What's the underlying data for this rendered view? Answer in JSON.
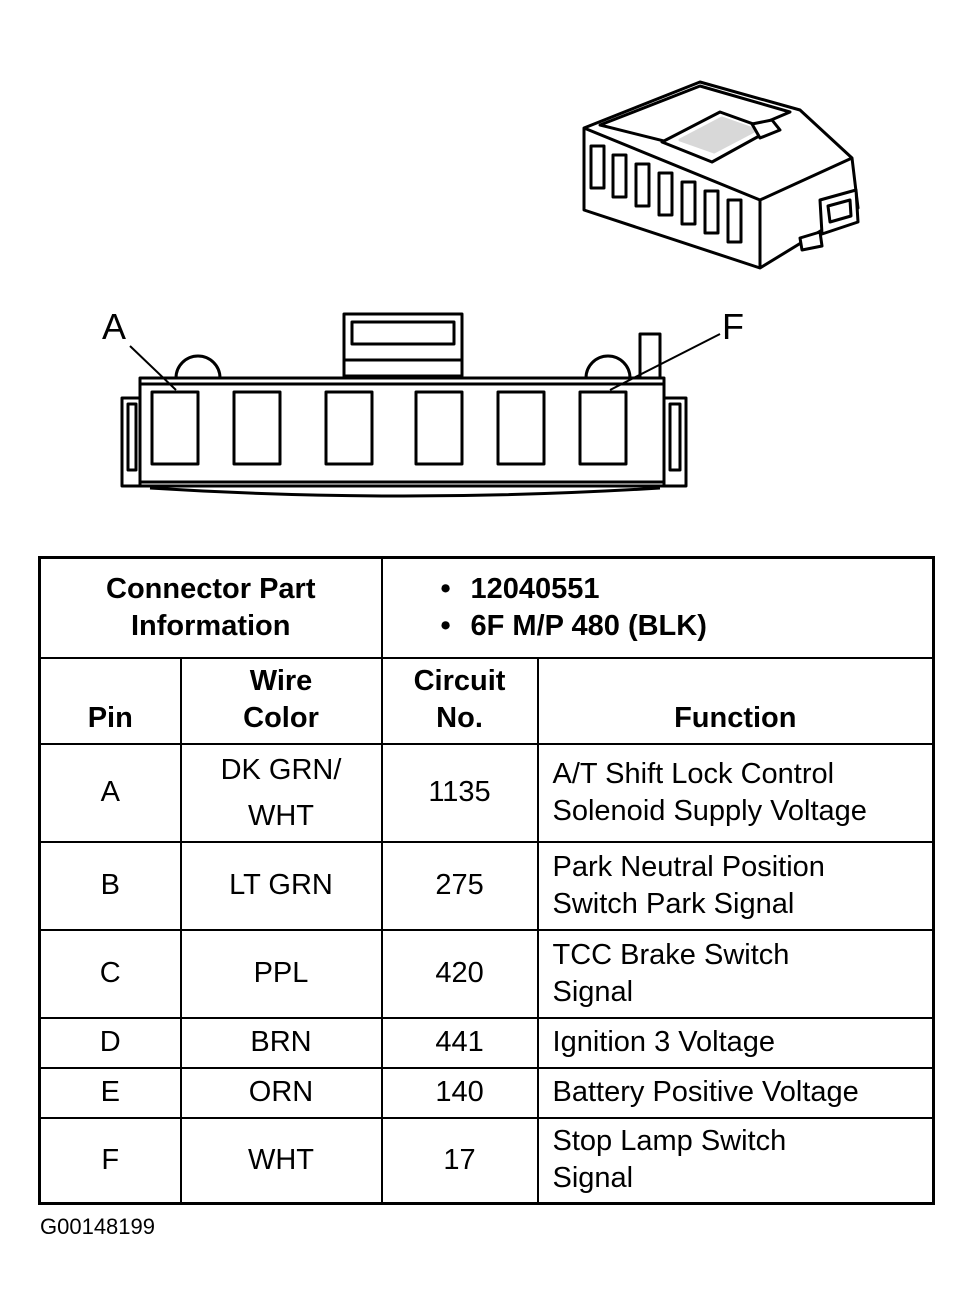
{
  "callouts": {
    "left_pin": "A",
    "right_pin": "F"
  },
  "connector_part_info": {
    "label": [
      "Connector Part",
      "Information"
    ],
    "items": [
      "12040551",
      "6F M/P 480 (BLK)"
    ]
  },
  "table": {
    "headers": {
      "pin": "Pin",
      "wire_color": [
        "Wire",
        "Color"
      ],
      "circuit": [
        "Circuit",
        "No."
      ],
      "function": "Function"
    },
    "rows": [
      {
        "pin": "A",
        "wire": [
          "DK GRN/",
          "WHT"
        ],
        "circuit": "1135",
        "function": [
          "A/T Shift Lock Control",
          "Solenoid Supply Voltage"
        ]
      },
      {
        "pin": "B",
        "wire": [
          "LT GRN"
        ],
        "circuit": "275",
        "function": [
          "Park Neutral Position",
          "Switch Park Signal"
        ]
      },
      {
        "pin": "C",
        "wire": [
          "PPL"
        ],
        "circuit": "420",
        "function": [
          "TCC Brake Switch",
          "Signal"
        ]
      },
      {
        "pin": "D",
        "wire": [
          "BRN"
        ],
        "circuit": "441",
        "function": [
          "Ignition 3 Voltage"
        ]
      },
      {
        "pin": "E",
        "wire": [
          "ORN"
        ],
        "circuit": "140",
        "function": [
          "Battery Positive Voltage"
        ]
      },
      {
        "pin": "F",
        "wire": [
          "WHT"
        ],
        "circuit": "17",
        "function": [
          "Stop Lamp Switch",
          "Signal"
        ]
      }
    ]
  },
  "figure_code": "G00148199"
}
